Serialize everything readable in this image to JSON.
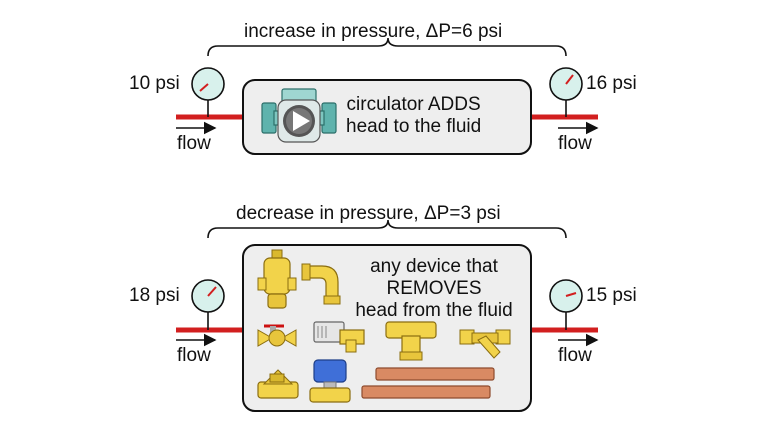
{
  "top": {
    "title": "increase in pressure, ΔP=6 psi",
    "inlet_pressure": "10 psi",
    "outlet_pressure": "16 psi",
    "flow_in": "flow",
    "flow_out": "flow",
    "box_line1": "circulator ADDS",
    "box_line2": "head to the fluid",
    "gauge_in": 10,
    "gauge_out": 16
  },
  "bottom": {
    "title": "decrease in pressure, ΔP=3 psi",
    "inlet_pressure": "18 psi",
    "outlet_pressure": "15 psi",
    "flow_in": "flow",
    "flow_out": "flow",
    "box_line1": "any device that",
    "box_line2": "REMOVES",
    "box_line3": "head from the fluid",
    "gauge_in": 18,
    "gauge_out": 15
  },
  "colors": {
    "pipe": "#d21f1f",
    "gauge_face": "#d8f1ec",
    "box_fill": "#eeeeee",
    "circulator_body": "#5fb3ad",
    "brass": "#f2d34a",
    "copper": "#d98a63",
    "actuator_blue": "#3f6fd8",
    "needle": "#d21f1f"
  },
  "icons": {
    "circulator": "circulator-pump-icon",
    "devices": [
      "air-separator-icon",
      "copper-elbow-icon",
      "ball-valve-icon",
      "zone-valve-icon",
      "brass-tee-icon",
      "y-strainer-icon",
      "check-valve-icon",
      "actuator-valve-icon",
      "copper-pipe-icon"
    ]
  }
}
